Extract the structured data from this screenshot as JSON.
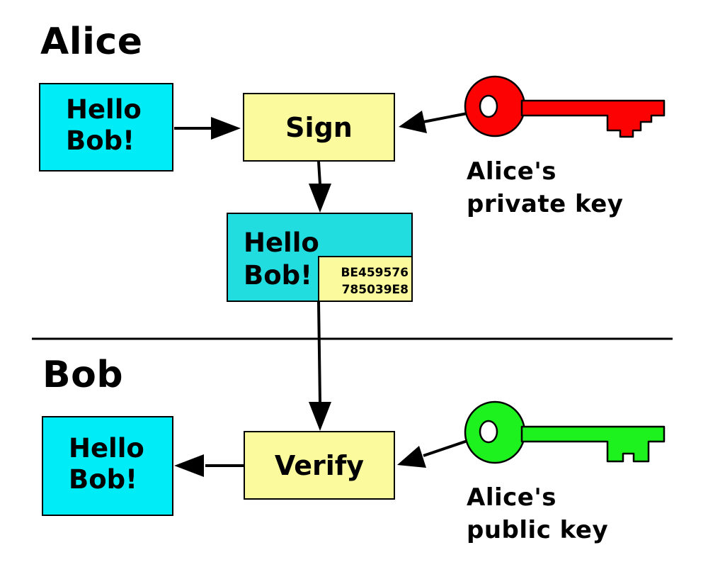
{
  "alice_section": {
    "title": "Alice",
    "message": {
      "line1": "Hello",
      "line2": "Bob!"
    },
    "sign_step": "Sign",
    "signed_message": {
      "line1": "Hello",
      "line2": "Bob!"
    },
    "signature": {
      "line1": "BE459576",
      "line2": "785039E8"
    },
    "key_caption": {
      "line1": "Alice's",
      "line2": "private key"
    }
  },
  "bob_section": {
    "title": "Bob",
    "verify_step": "Verify",
    "message": {
      "line1": "Hello",
      "line2": "Bob!"
    },
    "key_caption": {
      "line1": "Alice's",
      "line2": "public key"
    }
  },
  "colors": {
    "message_box": "#00ecf6",
    "signed_box": "#22dde0",
    "step_box": "#fbfb9e",
    "private_key": "#fd0202",
    "public_key": "#1ef21e"
  },
  "icons": {
    "private_key": "key-icon",
    "public_key": "key-icon"
  }
}
